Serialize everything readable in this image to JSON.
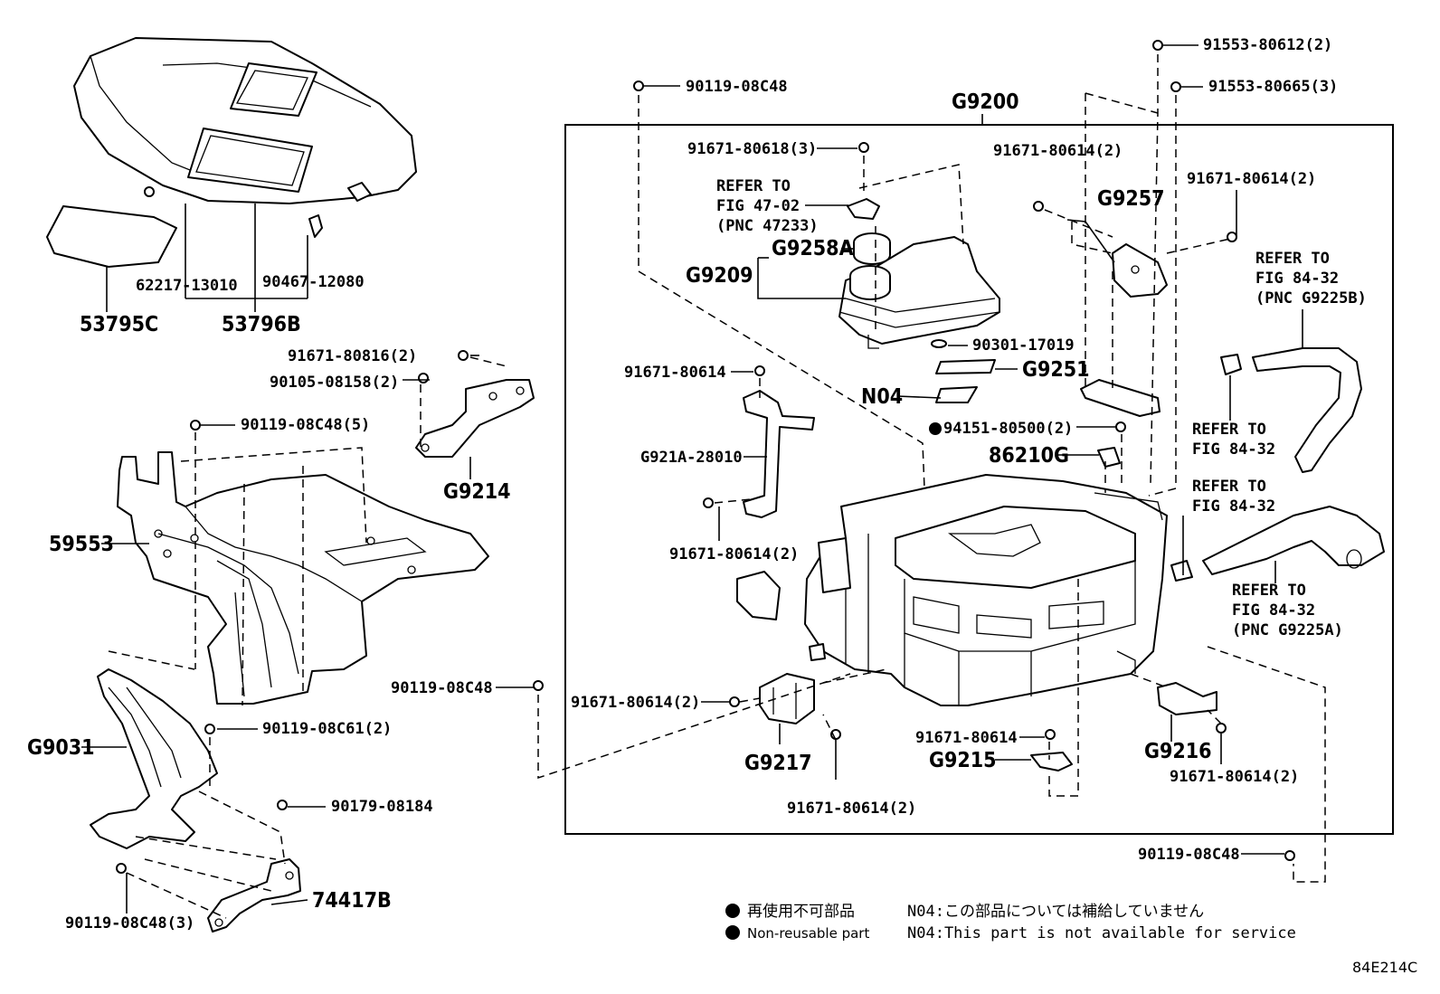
{
  "labels": {
    "p53796b": "53796B",
    "p53795c": "53795C",
    "p62217": "62217-13010",
    "p90467": "90467-12080",
    "p9167180816": "91671-80816(2)",
    "p9010508158": "90105-08158(2)",
    "pg9214": "G9214",
    "p90119_08c48_5": "90119-08C48(5)",
    "p59553": "59553",
    "pg9031": "G9031",
    "p90119_08c61": "90119-08C61(2)",
    "p90179": "90179-08184",
    "p74417b": "74417B",
    "p90119_08c48_3": "90119-08C48(3)",
    "p90119_08c48_top": "90119-08C48",
    "pg9200": "G9200",
    "p91553_80612": "91553-80612(2)",
    "p91553_80665": "91553-80665(3)",
    "p91671_80618": "91671-80618(3)",
    "p91671_80614_a": "91671-80614(2)",
    "p91671_80614_b": "91671-80614(2)",
    "pg9257": "G9257",
    "pg9258a": "G9258A",
    "pg9209": "G9209",
    "p90301": "90301-17019",
    "pg9251": "G9251",
    "pn04": "N04",
    "p94151": "94151-80500(2)",
    "p86210g": "86210G",
    "p91671_80614_c": "91671-80614",
    "pg921a": "G921A-28010",
    "p91671_80614_d": "91671-80614(2)",
    "p90119_08c48_mid": "90119-08C48",
    "p91671_80614_e": "91671-80614(2)",
    "pg9217": "G9217",
    "p91671_80614_f": "91671-80614(2)",
    "p91671_80614_g": "91671-80614",
    "pg9215": "G9215",
    "pg9216": "G9216",
    "p91671_80614_h": "91671-80614(2)",
    "p90119_08c48_bot": "90119-08C48"
  },
  "refs": {
    "r1": [
      "REFER TO",
      "FIG 47-02",
      "(PNC 47233)"
    ],
    "r2": [
      "REFER TO",
      "FIG 84-32",
      "(PNC G9225B)"
    ],
    "r3": [
      "REFER TO",
      "FIG 84-32"
    ],
    "r4": [
      "REFER TO",
      "FIG 84-32"
    ],
    "r5": [
      "REFER TO",
      "FIG 84-32",
      "(PNC G9225A)"
    ]
  },
  "legend": {
    "jp_nonreusable": "再使用不可部品",
    "en_nonreusable": "Non-reusable part",
    "jp_n04": "N04:この部品については補給していません",
    "en_n04": "N04:This part is not available for service"
  },
  "figure_code": "84E214C"
}
